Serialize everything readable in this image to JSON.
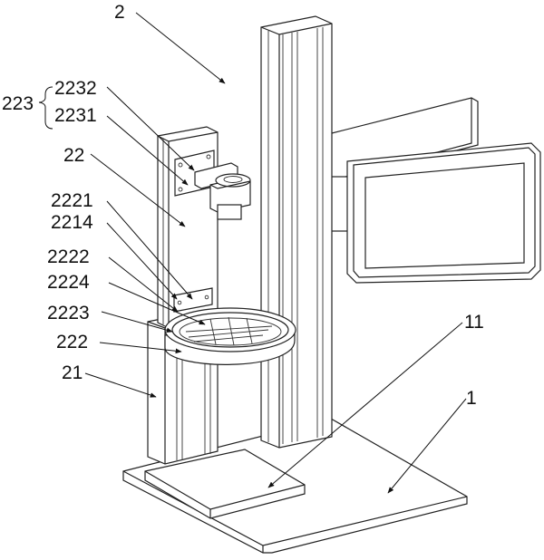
{
  "labels": {
    "l2": "2",
    "l223": "223",
    "l2232": "2232",
    "l2231": "2231",
    "l22": "22",
    "l2221": "2221",
    "l2214": "2214",
    "l2222": "2222",
    "l2224": "2224",
    "l2223": "2223",
    "l222": "222",
    "l21": "21",
    "l11": "11",
    "l1": "1"
  }
}
